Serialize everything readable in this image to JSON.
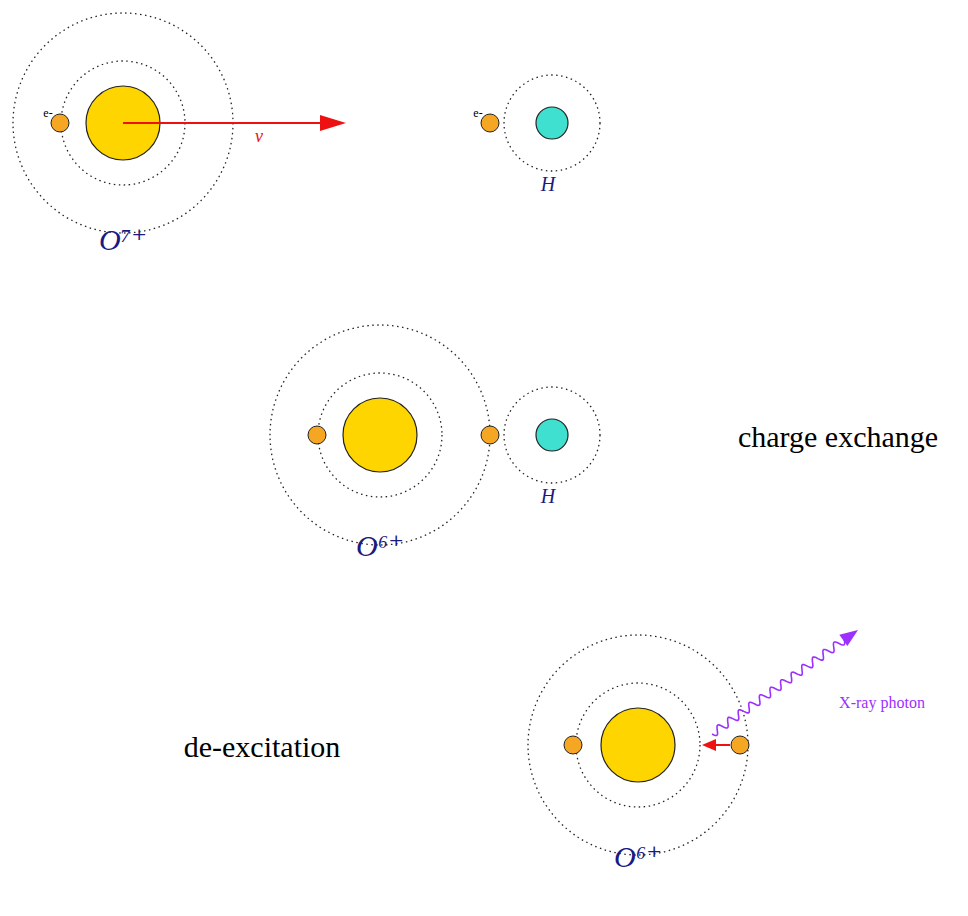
{
  "diagram": {
    "nodes": [
      {
        "text": [
          "O⁷⁺"
        ]
      },
      {
        "text": [
          "e-"
        ],
        "in": 0
      },
      {
        "text": [
          "H"
        ]
      },
      {
        "text": [
          "e-"
        ],
        "in": 2
      },
      {
        "text": [
          "O⁶⁺"
        ]
      },
      {
        "text": [
          "H"
        ]
      },
      {
        "text": [
          "O⁶⁺"
        ]
      }
    ],
    "edges": [],
    "labels": [
      "v⃗",
      "charge exchange",
      "de-excitation",
      "X-ray photon"
    ]
  }
}
